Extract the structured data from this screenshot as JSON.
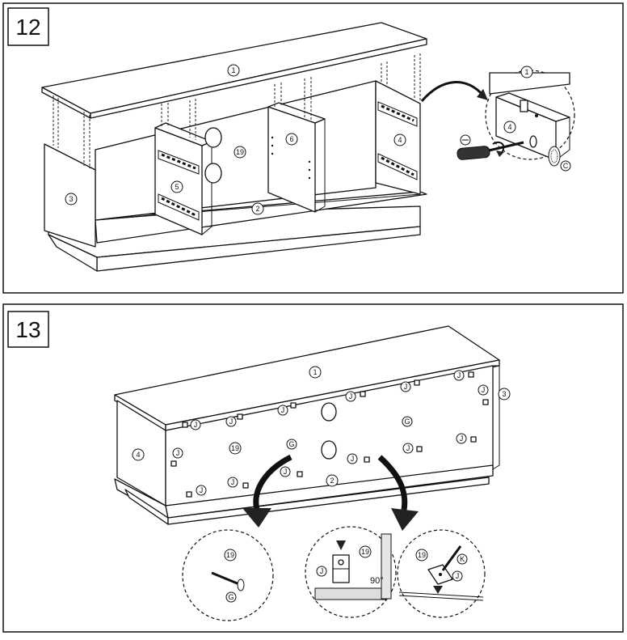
{
  "steps": [
    {
      "number": "12"
    },
    {
      "number": "13"
    }
  ],
  "parts": {
    "p1": "1",
    "p2": "2",
    "p3": "3",
    "p4": "4",
    "p5": "5",
    "p6": "6",
    "p19": "19",
    "C": "C",
    "G": "G",
    "J": "J",
    "K": "K"
  },
  "angle_label": "90°",
  "icons": [
    "screwdriver-icon",
    "cam-lock-icon",
    "dowel-icon",
    "nail-icon",
    "bracket-icon",
    "arrow-icon",
    "magnifier-circle-icon"
  ]
}
